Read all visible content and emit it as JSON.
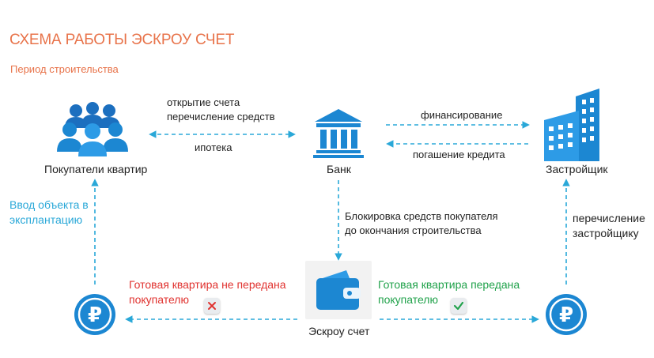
{
  "title": "СХЕМА РАБОТЫ ЭСКРОУ СЧЕТ",
  "subtitle": "Период строительства",
  "colors": {
    "accent": "#e8734a",
    "primary": "#1c87d2",
    "arrow": "#2aa8d8",
    "negative": "#e0322f",
    "positive": "#21a24b"
  },
  "nodes": {
    "buyers": {
      "label": "Покупатели квартир",
      "icon": "people-group-icon"
    },
    "bank": {
      "label": "Банк",
      "icon": "bank-icon"
    },
    "developer": {
      "label": "Застройщик",
      "icon": "buildings-icon"
    },
    "escrow": {
      "label": "Эскроу счет",
      "icon": "wallet-icon"
    },
    "ruble_left": {
      "icon": "ruble-icon"
    },
    "ruble_right": {
      "icon": "ruble-icon"
    }
  },
  "edges": {
    "buyers_bank_top_1": "открытие счета",
    "buyers_bank_top_2": "перечисление средств",
    "buyers_bank_bottom": "ипотека",
    "bank_developer_top": "финансирование",
    "bank_developer_bottom": "погашение кредита",
    "bank_escrow_1": "Блокировка средств покупателя",
    "bank_escrow_2": "до окончания строительства",
    "commission_1": "Ввод объекта в",
    "commission_2": "эксплантацию",
    "transfer_1": "перечисление",
    "transfer_2": "застройщику",
    "not_delivered_1": "Готовая квартира не передана",
    "not_delivered_2": "покупателю",
    "delivered_1": "Готовая квартира передана",
    "delivered_2": "покупателю"
  },
  "badges": {
    "not_delivered": "cross-icon",
    "delivered": "check-icon"
  }
}
